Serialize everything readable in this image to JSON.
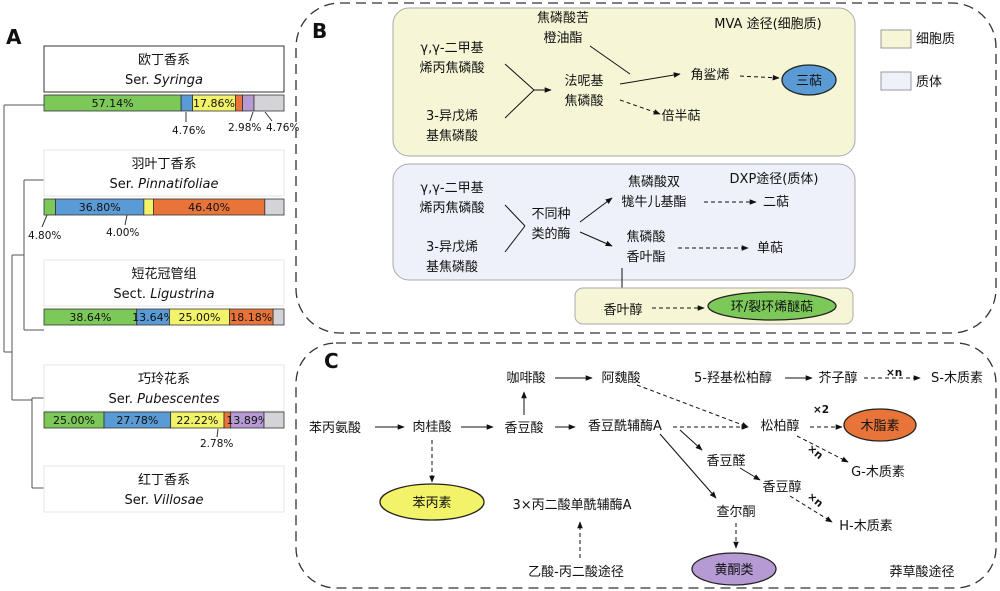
{
  "panels": {
    "a": "A",
    "b": "B",
    "c": "C"
  },
  "colors": {
    "green": "#7cc95a",
    "blue": "#5b9bd5",
    "yellow": "#f3f36a",
    "orange": "#e8743a",
    "purple": "#b59ad3",
    "gray": "#d4d4d8",
    "cytoplasm_bg": "#f6f6d6",
    "plastid_bg": "#eef1fa"
  },
  "taxa": [
    {
      "cn": "欧丁香系",
      "prefix": "Ser. ",
      "latin": "Syringa",
      "bar": [
        {
          "color": "green",
          "value": 57.14,
          "label": "57.14%"
        },
        {
          "color": "blue",
          "value": 4.76,
          "label": ""
        },
        {
          "color": "yellow",
          "value": 17.86,
          "label": "17.86%"
        },
        {
          "color": "orange",
          "value": 2.98,
          "label": ""
        },
        {
          "color": "purple",
          "value": 4.76,
          "label": ""
        },
        {
          "color": "gray",
          "value": 12.5,
          "label": ""
        }
      ],
      "below": [
        "4.76%",
        "2.98%",
        "4.76%"
      ]
    },
    {
      "cn": "羽叶丁香系",
      "prefix": "Ser. ",
      "latin": "Pinnatifoliae",
      "bar": [
        {
          "color": "green",
          "value": 4.8,
          "label": ""
        },
        {
          "color": "blue",
          "value": 36.8,
          "label": "36.80%"
        },
        {
          "color": "yellow",
          "value": 4.0,
          "label": ""
        },
        {
          "color": "orange",
          "value": 46.4,
          "label": "46.40%"
        },
        {
          "color": "gray",
          "value": 8.0,
          "label": ""
        }
      ],
      "below": [
        "4.80%",
        "4.00%"
      ]
    },
    {
      "cn": "短花冠管组",
      "prefix": "Sect. ",
      "latin": "Ligustrina",
      "bar": [
        {
          "color": "green",
          "value": 38.64,
          "label": "38.64%"
        },
        {
          "color": "blue",
          "value": 13.64,
          "label": "13.64%"
        },
        {
          "color": "yellow",
          "value": 25.0,
          "label": "25.00%"
        },
        {
          "color": "orange",
          "value": 18.18,
          "label": "18.18%"
        },
        {
          "color": "gray",
          "value": 4.54,
          "label": ""
        }
      ],
      "below": []
    },
    {
      "cn": "巧玲花系",
      "prefix": "Ser. ",
      "latin": "Pubescentes",
      "bar": [
        {
          "color": "green",
          "value": 25.0,
          "label": "25.00%"
        },
        {
          "color": "blue",
          "value": 27.78,
          "label": "27.78%"
        },
        {
          "color": "yellow",
          "value": 22.22,
          "label": "22.22%"
        },
        {
          "color": "orange",
          "value": 2.78,
          "label": ""
        },
        {
          "color": "purple",
          "value": 13.89,
          "label": "13.89%"
        },
        {
          "color": "gray",
          "value": 8.33,
          "label": ""
        }
      ],
      "below": [
        "2.78%"
      ]
    },
    {
      "cn": "红丁香系",
      "prefix": "Ser. ",
      "latin": "Villosae",
      "bar": [],
      "below": []
    }
  ],
  "legend": {
    "cytoplasm": "细胞质",
    "plastid": "质体"
  },
  "mva": {
    "title": "MVA 途径(细胞质)",
    "dmapp": [
      "γ,γ-二甲基",
      "烯丙焦磷酸"
    ],
    "ipp": [
      "3-异戊烯",
      "基焦磷酸"
    ],
    "gpp": [
      "焦磷酸苦",
      "橙油酯"
    ],
    "fpp": [
      "法呢基",
      "焦磷酸"
    ],
    "squalene": "角鲨烯",
    "sesqui": "倍半萜",
    "triterpene": "三萜"
  },
  "dxp": {
    "title": "DXP途径(质体)",
    "dmapp": [
      "γ,γ-二甲基",
      "烯丙焦磷酸"
    ],
    "ipp": [
      "3-异戊烯",
      "基焦磷酸"
    ],
    "enzymes": [
      "不同种",
      "类的酶"
    ],
    "ggpp": [
      "焦磷酸双",
      "牻牛儿基酯"
    ],
    "gpp": [
      "焦磷酸",
      "香叶酯"
    ],
    "diterpene": "二萜",
    "monoterpene": "单萜",
    "geraniol": "香叶醇",
    "iridoid": "环/裂环烯醚萜"
  },
  "phenyl": {
    "phe": "苯丙氨酸",
    "cinnamic": "肉桂酸",
    "coumaric": "香豆酸",
    "caffeic": "咖啡酸",
    "ferulic": "阿魏酸",
    "coa": "香豆酰辅酶A",
    "hydroxyconiferyl": "5-羟基松柏醇",
    "sinapyl": "芥子醇",
    "s_lignin": "S-木质素",
    "coniferyl": "松柏醇",
    "lignan": "木脂素",
    "g_lignin": "G-木质素",
    "coumaraldehyde": "香豆醛",
    "coumaryl": "香豆醇",
    "h_lignin": "H-木质素",
    "chalcone": "查尔酮",
    "flavonoids": "黄酮类",
    "malonyl": "3×丙二酸单酰辅酶A",
    "acetate": "乙酸-丙二酸途径",
    "phenylpropanoid": "苯丙素",
    "shikimate": "莽草酸途径",
    "xn": "×n",
    "x2": "×2"
  }
}
